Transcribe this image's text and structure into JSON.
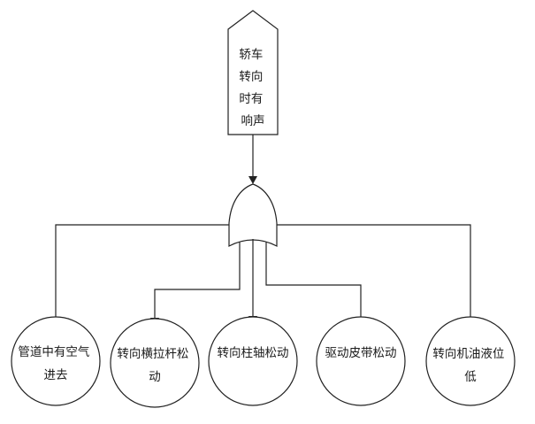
{
  "top_event": {
    "lines": [
      "轿车",
      "转向",
      "时有",
      "响声"
    ]
  },
  "gate": {
    "type": "or"
  },
  "basic_events": [
    {
      "lines": [
        "管道中有空气",
        "进去"
      ]
    },
    {
      "lines": [
        "转向横拉杆松",
        "动"
      ]
    },
    {
      "lines": [
        "转向柱轴松动"
      ]
    },
    {
      "lines": [
        "驱动皮带松动"
      ]
    },
    {
      "lines": [
        "转向机油液位",
        "低"
      ]
    }
  ]
}
